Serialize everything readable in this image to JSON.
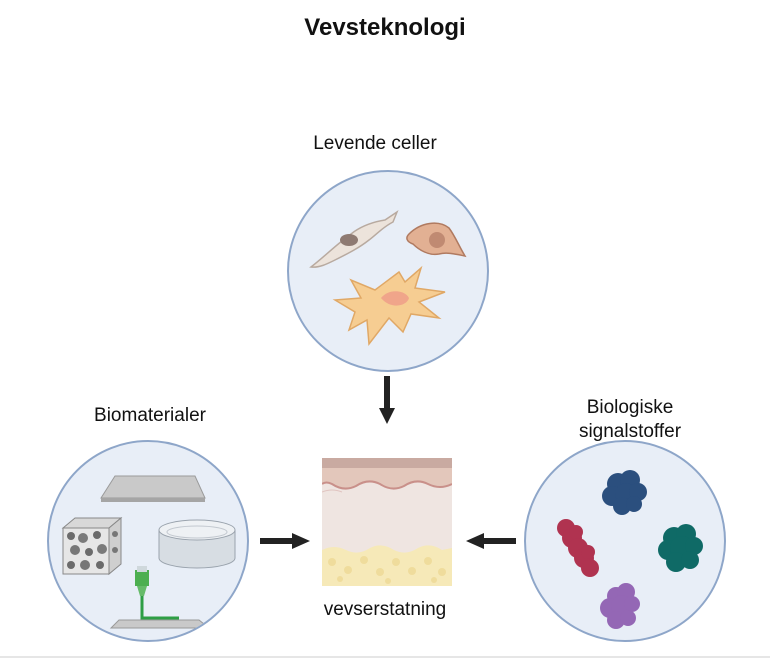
{
  "title": "Vevsteknologi",
  "components": {
    "cells": {
      "label": "Levende celler"
    },
    "biomaterials": {
      "label": "Biomaterialer"
    },
    "signals": {
      "label": "Biologiske\nsignalstoffer"
    },
    "result": {
      "label": "vevserstatning"
    }
  },
  "colors": {
    "circle_fill": "#e8eef7",
    "circle_stroke": "#8ea6c9",
    "arrow": "#222222",
    "protein_blue": "#2b4f7e",
    "protein_red": "#b03350",
    "protein_teal": "#0f6a66",
    "protein_purple": "#9467b5",
    "cell_orange": "#f6cd92",
    "cell_brown": "#e2b093",
    "cell_grey": "#ece3db"
  }
}
